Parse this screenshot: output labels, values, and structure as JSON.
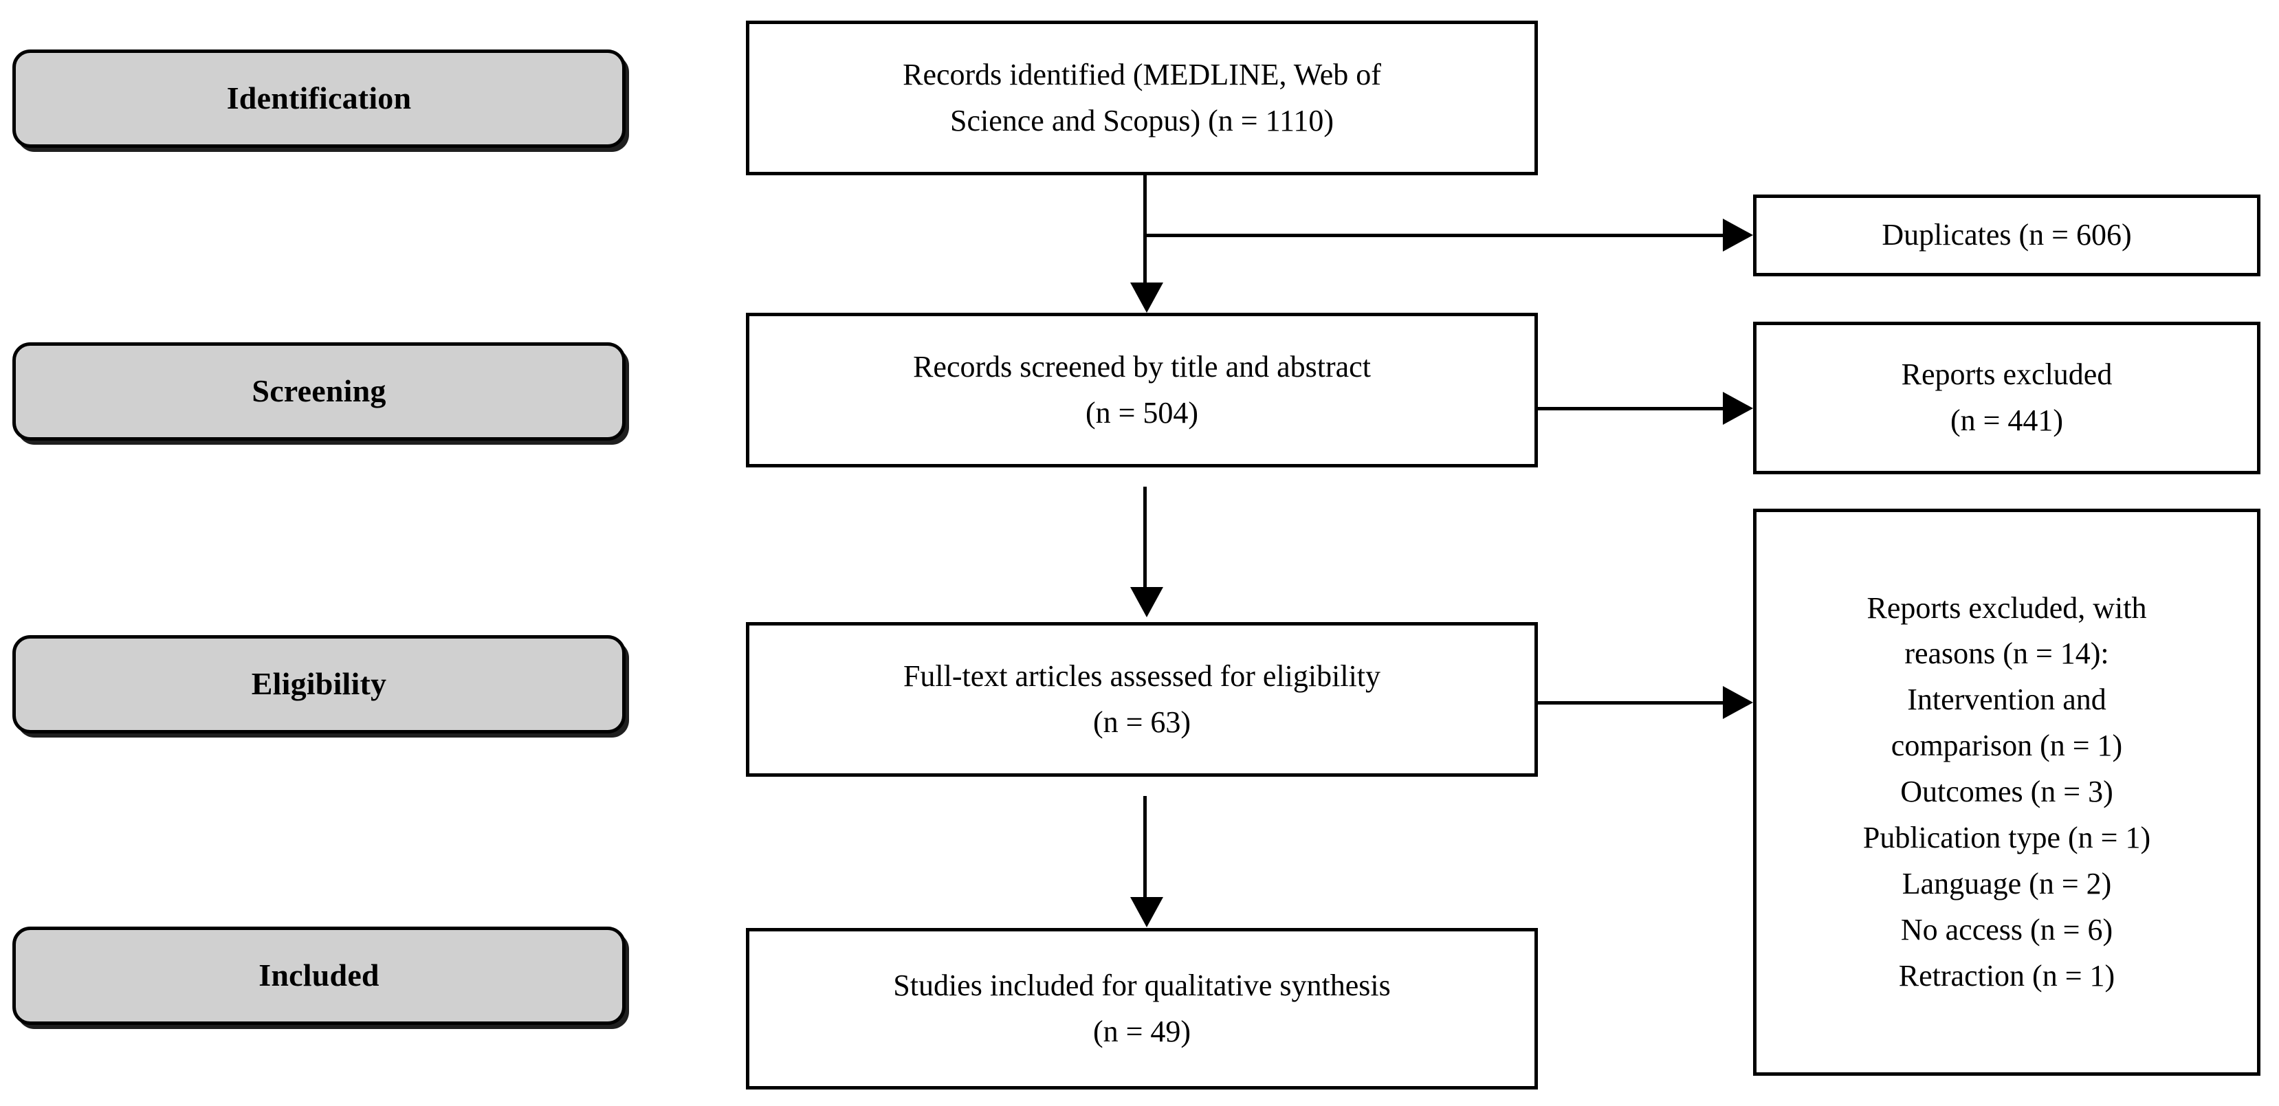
{
  "diagram": {
    "type": "prisma-flow-diagram",
    "title": "PRISMA study selection flow diagram",
    "background_color": "#ffffff",
    "stage_fill_color": "#d0d0d0",
    "line_color": "#000000"
  },
  "stages": [
    {
      "id": "identification",
      "label": "Identification"
    },
    {
      "id": "screening",
      "label": "Screening"
    },
    {
      "id": "eligibility",
      "label": "Eligibility"
    },
    {
      "id": "included",
      "label": "Included"
    }
  ],
  "flow_boxes": [
    {
      "id": "records-identified",
      "stage": "identification",
      "lines": [
        "Records identified (MEDLINE, Web of",
        "Science and Scopus) (n = 1110)"
      ],
      "count": 1110
    },
    {
      "id": "records-screened",
      "stage": "screening",
      "lines": [
        "Records screened by title and abstract",
        "(n = 504)"
      ],
      "count": 504
    },
    {
      "id": "full-text-assessed",
      "stage": "eligibility",
      "lines": [
        "Full-text articles assessed for eligibility",
        "(n = 63)"
      ],
      "count": 63
    },
    {
      "id": "studies-included",
      "stage": "included",
      "lines": [
        "Studies included for qualitative synthesis",
        "(n = 49)"
      ],
      "count": 49
    }
  ],
  "exclusion_boxes": [
    {
      "id": "duplicates",
      "lines": [
        "Duplicates (n = 606)"
      ],
      "count": 606
    },
    {
      "id": "reports-excluded",
      "lines": [
        "Reports excluded",
        "(n = 441)"
      ],
      "count": 441
    },
    {
      "id": "reports-excluded-with-reasons",
      "lines": [
        "Reports excluded, with",
        "reasons (n = 14):",
        "Intervention and",
        "comparison (n = 1)",
        "Outcomes (n = 3)",
        "Publication type (n = 1)",
        "Language (n = 2)",
        "No access (n = 6)",
        "Retraction (n = 1)"
      ],
      "count": 14,
      "reasons": [
        {
          "reason": "Intervention and comparison",
          "n": 1
        },
        {
          "reason": "Outcomes",
          "n": 3
        },
        {
          "reason": "Publication type",
          "n": 1
        },
        {
          "reason": "Language",
          "n": 2
        },
        {
          "reason": "No access",
          "n": 6
        },
        {
          "reason": "Retraction",
          "n": 1
        }
      ]
    }
  ],
  "connectors": [
    {
      "id": "identified-to-screened",
      "from": "records-identified",
      "to": "records-screened",
      "direction": "down"
    },
    {
      "id": "identified-to-duplicates",
      "from": "records-identified",
      "to": "duplicates",
      "direction": "right"
    },
    {
      "id": "screened-to-fulltext",
      "from": "records-screened",
      "to": "full-text-assessed",
      "direction": "down"
    },
    {
      "id": "screened-to-excluded",
      "from": "records-screened",
      "to": "reports-excluded",
      "direction": "right"
    },
    {
      "id": "fulltext-to-included",
      "from": "full-text-assessed",
      "to": "studies-included",
      "direction": "down"
    },
    {
      "id": "fulltext-to-excluded-reasons",
      "from": "full-text-assessed",
      "to": "reports-excluded-with-reasons",
      "direction": "right"
    }
  ]
}
